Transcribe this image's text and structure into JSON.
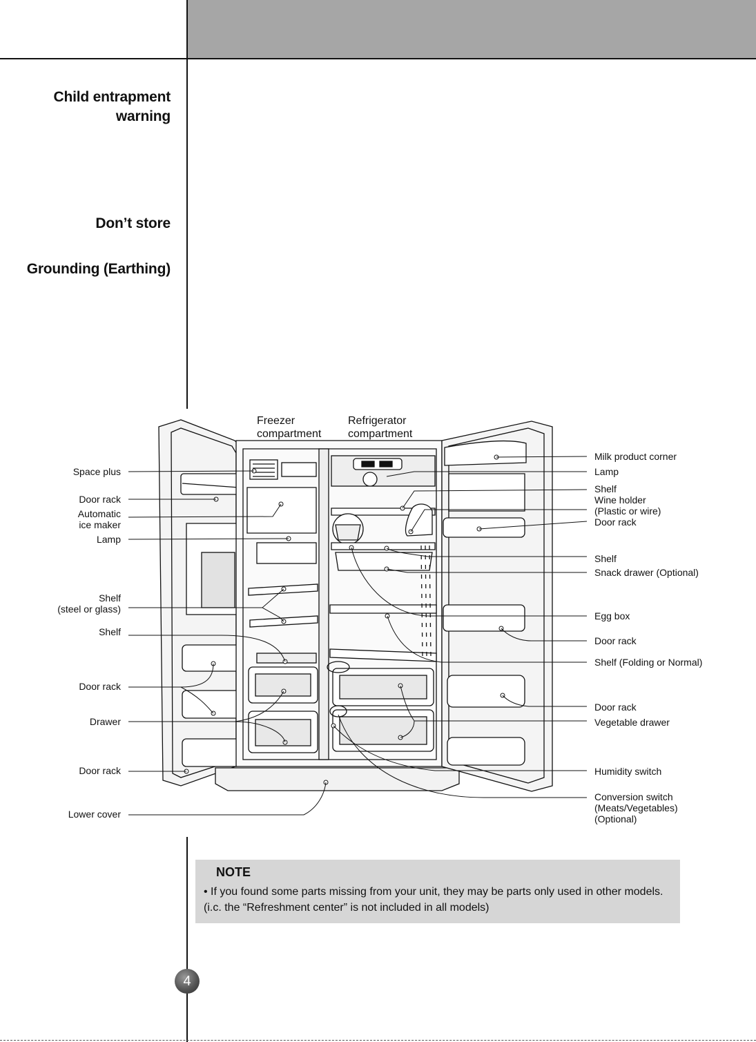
{
  "sidebar": {
    "headings": [
      "Child entrapment warning",
      "Don’t store",
      "Grounding (Earthing)"
    ],
    "child_line1": "Child entrapment",
    "child_line2": "warning"
  },
  "diagram": {
    "compartments": {
      "freezer_line1": "Freezer",
      "freezer_line2": "compartment",
      "fridge_line1": "Refrigerator",
      "fridge_line2": "compartment"
    },
    "left_labels": {
      "space_plus": "Space plus",
      "door_rack_1": "Door rack",
      "ice_maker_line1": "Automatic",
      "ice_maker_line2": "ice maker",
      "lamp": "Lamp",
      "shelf_sg_line1": "Shelf",
      "shelf_sg_line2": "(steel or glass)",
      "shelf": "Shelf",
      "door_rack_2": "Door rack",
      "drawer": "Drawer",
      "door_rack_3": "Door rack",
      "lower_cover": "Lower cover"
    },
    "right_labels": {
      "milk_corner": "Milk product corner",
      "lamp": "Lamp",
      "shelf_1": "Shelf",
      "wine_line1": "Wine holder",
      "wine_line2": "(Plastic or wire)",
      "door_rack_1": "Door rack",
      "shelf_2": "Shelf",
      "snack_drawer": "Snack drawer (Optional)",
      "egg_box": "Egg box",
      "door_rack_2": "Door rack",
      "shelf_folding": "Shelf (Folding or Normal)",
      "door_rack_3": "Door rack",
      "vegetable_drawer": "Vegetable drawer",
      "humidity_switch": "Humidity switch",
      "conversion_line1": "Conversion switch",
      "conversion_line2": "(Meats/Vegetables)",
      "conversion_line3": "(Optional)"
    }
  },
  "note": {
    "title": "NOTE",
    "text": "• If you found some parts missing from your unit, they may be parts only used in other models. (i.c. the “Refreshment center” is not included in all models)"
  },
  "page_number": "4",
  "colors": {
    "header_bar": "#a6a6a6",
    "note_bg": "#d6d6d6",
    "text": "#111111"
  }
}
